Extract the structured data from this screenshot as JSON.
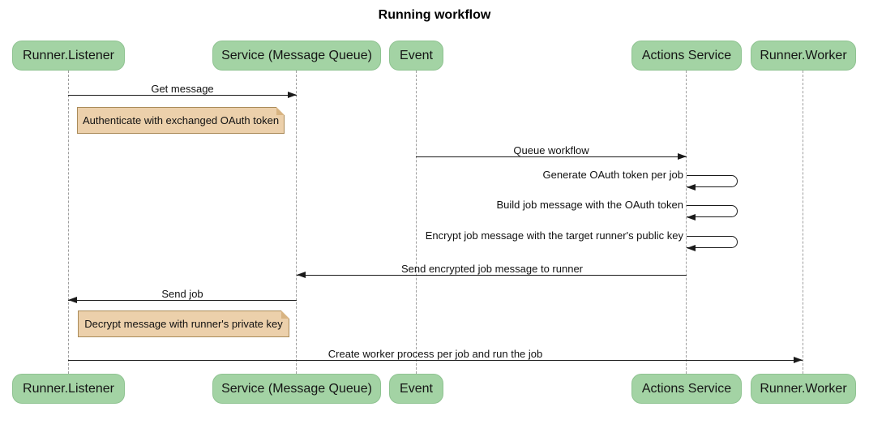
{
  "title": "Running workflow",
  "participants": [
    {
      "id": "runner-listener",
      "label": "Runner.Listener"
    },
    {
      "id": "service-mq",
      "label": "Service (Message Queue)"
    },
    {
      "id": "event",
      "label": "Event"
    },
    {
      "id": "actions-service",
      "label": "Actions Service"
    },
    {
      "id": "runner-worker",
      "label": "Runner.Worker"
    }
  ],
  "messages": [
    {
      "type": "message",
      "from": "Runner.Listener",
      "to": "Service (Message Queue)",
      "label": "Get message"
    },
    {
      "type": "note",
      "label": "Authenticate with exchanged OAuth token"
    },
    {
      "type": "message",
      "from": "Event",
      "to": "Actions Service",
      "label": "Queue workflow"
    },
    {
      "type": "self-message",
      "participant": "Actions Service",
      "label": "Generate OAuth token per job"
    },
    {
      "type": "self-message",
      "participant": "Actions Service",
      "label": "Build job message with the OAuth token"
    },
    {
      "type": "self-message",
      "participant": "Actions Service",
      "label": "Encrypt job message with the target runner's public key"
    },
    {
      "type": "message",
      "from": "Actions Service",
      "to": "Service (Message Queue)",
      "label": "Send encrypted job message to runner"
    },
    {
      "type": "message",
      "from": "Service (Message Queue)",
      "to": "Runner.Listener",
      "label": "Send job"
    },
    {
      "type": "note",
      "label": "Decrypt message with runner's private key"
    },
    {
      "type": "message",
      "from": "Runner.Listener",
      "to": "Runner.Worker",
      "label": "Create worker process per job and run the job"
    }
  ],
  "colors": {
    "participant_fill": "#a3d3a4",
    "participant_border": "#8fc391",
    "note_fill": "#ecd0ab",
    "note_border": "#aa8b59",
    "message_line": "#1a1a1a",
    "lifeline": "#9e9e9e",
    "background": "#ffffff",
    "text": "#111111"
  }
}
